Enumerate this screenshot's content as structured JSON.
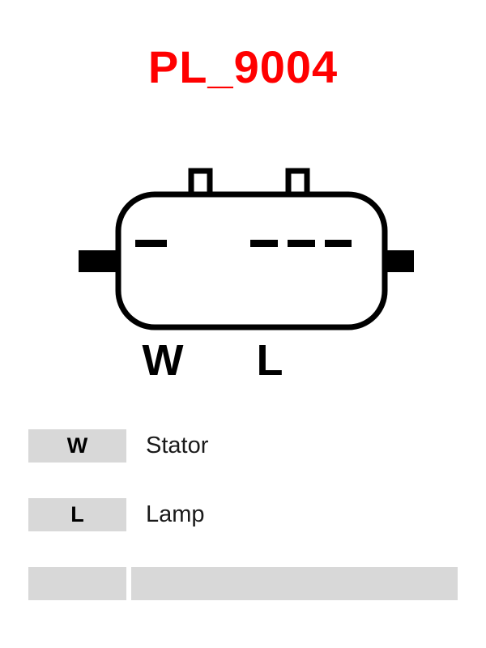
{
  "title": "PL_9004",
  "diagram": {
    "label_w": "W",
    "label_l": "L"
  },
  "table": {
    "rows": [
      {
        "pin": "W",
        "description": "Stator"
      },
      {
        "pin": "L",
        "description": "Lamp"
      },
      {
        "pin": "",
        "description": ""
      }
    ]
  },
  "colors": {
    "title": "#ff0000",
    "line": "#000000",
    "cell_background": "#d8d8d8",
    "page_background": "#ffffff",
    "text": "#1a1a1a"
  }
}
